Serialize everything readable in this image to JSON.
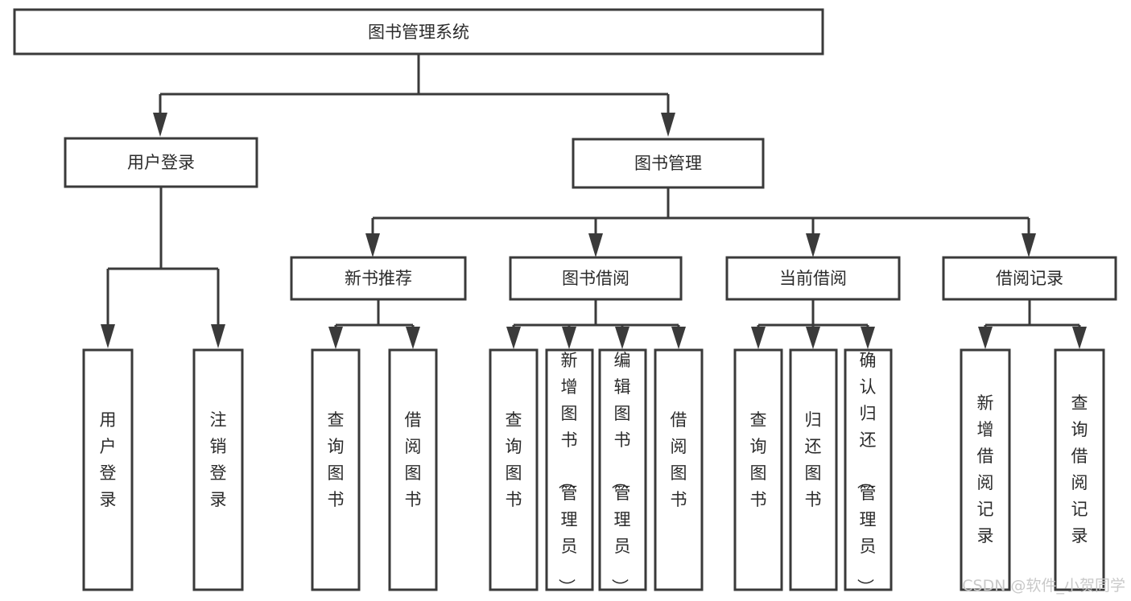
{
  "diagram": {
    "title": "图书管理系统",
    "type": "tree-hierarchy",
    "orientation": "top-down",
    "stroke_color": "#3a3a3a",
    "text_color": "#2b2b2b",
    "background_color": "#ffffff",
    "levels": 4
  },
  "nodes": {
    "root": {
      "label": "图书管理系统"
    },
    "level2": [
      {
        "label": "用户登录"
      },
      {
        "label": "图书管理"
      }
    ],
    "level3": [
      {
        "label": "新书推荐"
      },
      {
        "label": "图书借阅"
      },
      {
        "label": "当前借阅"
      },
      {
        "label": "借阅记录"
      }
    ],
    "leaves_user_login": [
      {
        "label": "用户登录"
      },
      {
        "label": "注销登录"
      }
    ],
    "leaves_new_book": [
      {
        "label": "查询图书"
      },
      {
        "label": "借阅图书"
      }
    ],
    "leaves_borrow": [
      {
        "label": "查询图书"
      },
      {
        "label": "新增图书（管理员）"
      },
      {
        "label": "编辑图书（管理员）"
      },
      {
        "label": "借阅图书"
      }
    ],
    "leaves_current": [
      {
        "label": "查询图书"
      },
      {
        "label": "归还图书"
      },
      {
        "label": "确认归还（管理员）"
      }
    ],
    "leaves_record": [
      {
        "label": "新增借阅记录"
      },
      {
        "label": "查询借阅记录"
      }
    ]
  },
  "watermark": {
    "text": "CSDN @软件_小贺同学"
  }
}
